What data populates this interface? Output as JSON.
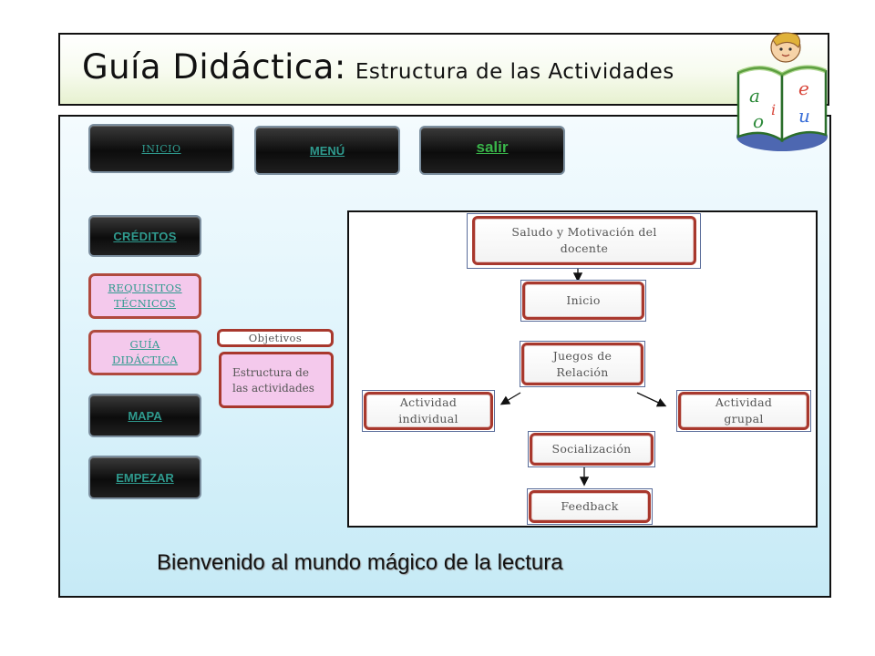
{
  "header": {
    "title": "Guía Didáctica:",
    "subtitle": "Estructura de las Actividades"
  },
  "logo": {
    "icon": "book-reading-child-icon",
    "letters": [
      "a",
      "e",
      "i",
      "o",
      "u"
    ]
  },
  "top_nav": {
    "inicio": "INICIO",
    "menu": "MENÚ",
    "salir": "salir"
  },
  "side_nav": {
    "creditos": "CRÉDITOS",
    "requisitos_line1": "REQUISITOS",
    "requisitos_line2": "TÉCNICOS",
    "guia_line1": "GUÍA",
    "guia_line2": "DIDÁCTICA",
    "mapa": "MAPA",
    "empezar": "EMPEZAR"
  },
  "guia_submenu": {
    "objetivos": "Objetivos",
    "estructura_line1": "Estructura de",
    "estructura_line2": "las actividades"
  },
  "diagram": {
    "saludo_line1": "Saludo y Motivación del",
    "saludo_line2": "docente",
    "inicio": "Inicio",
    "juegos_line1": "Juegos de",
    "juegos_line2": "Relación",
    "individual_line1": "Actividad",
    "individual_line2": "individual",
    "grupal_line1": "Actividad",
    "grupal_line2": "grupal",
    "socializacion": "Socialización",
    "feedback": "Feedback"
  },
  "footer": {
    "welcome": "Bienvenido al mundo mágico de la lectura"
  },
  "colors": {
    "link_teal": "#2f9a8e",
    "salir_green": "#3ab54a",
    "pink_button": "#f4c9ec",
    "node_border": "#a8382d",
    "panel_blue": "#c6eaf6"
  }
}
